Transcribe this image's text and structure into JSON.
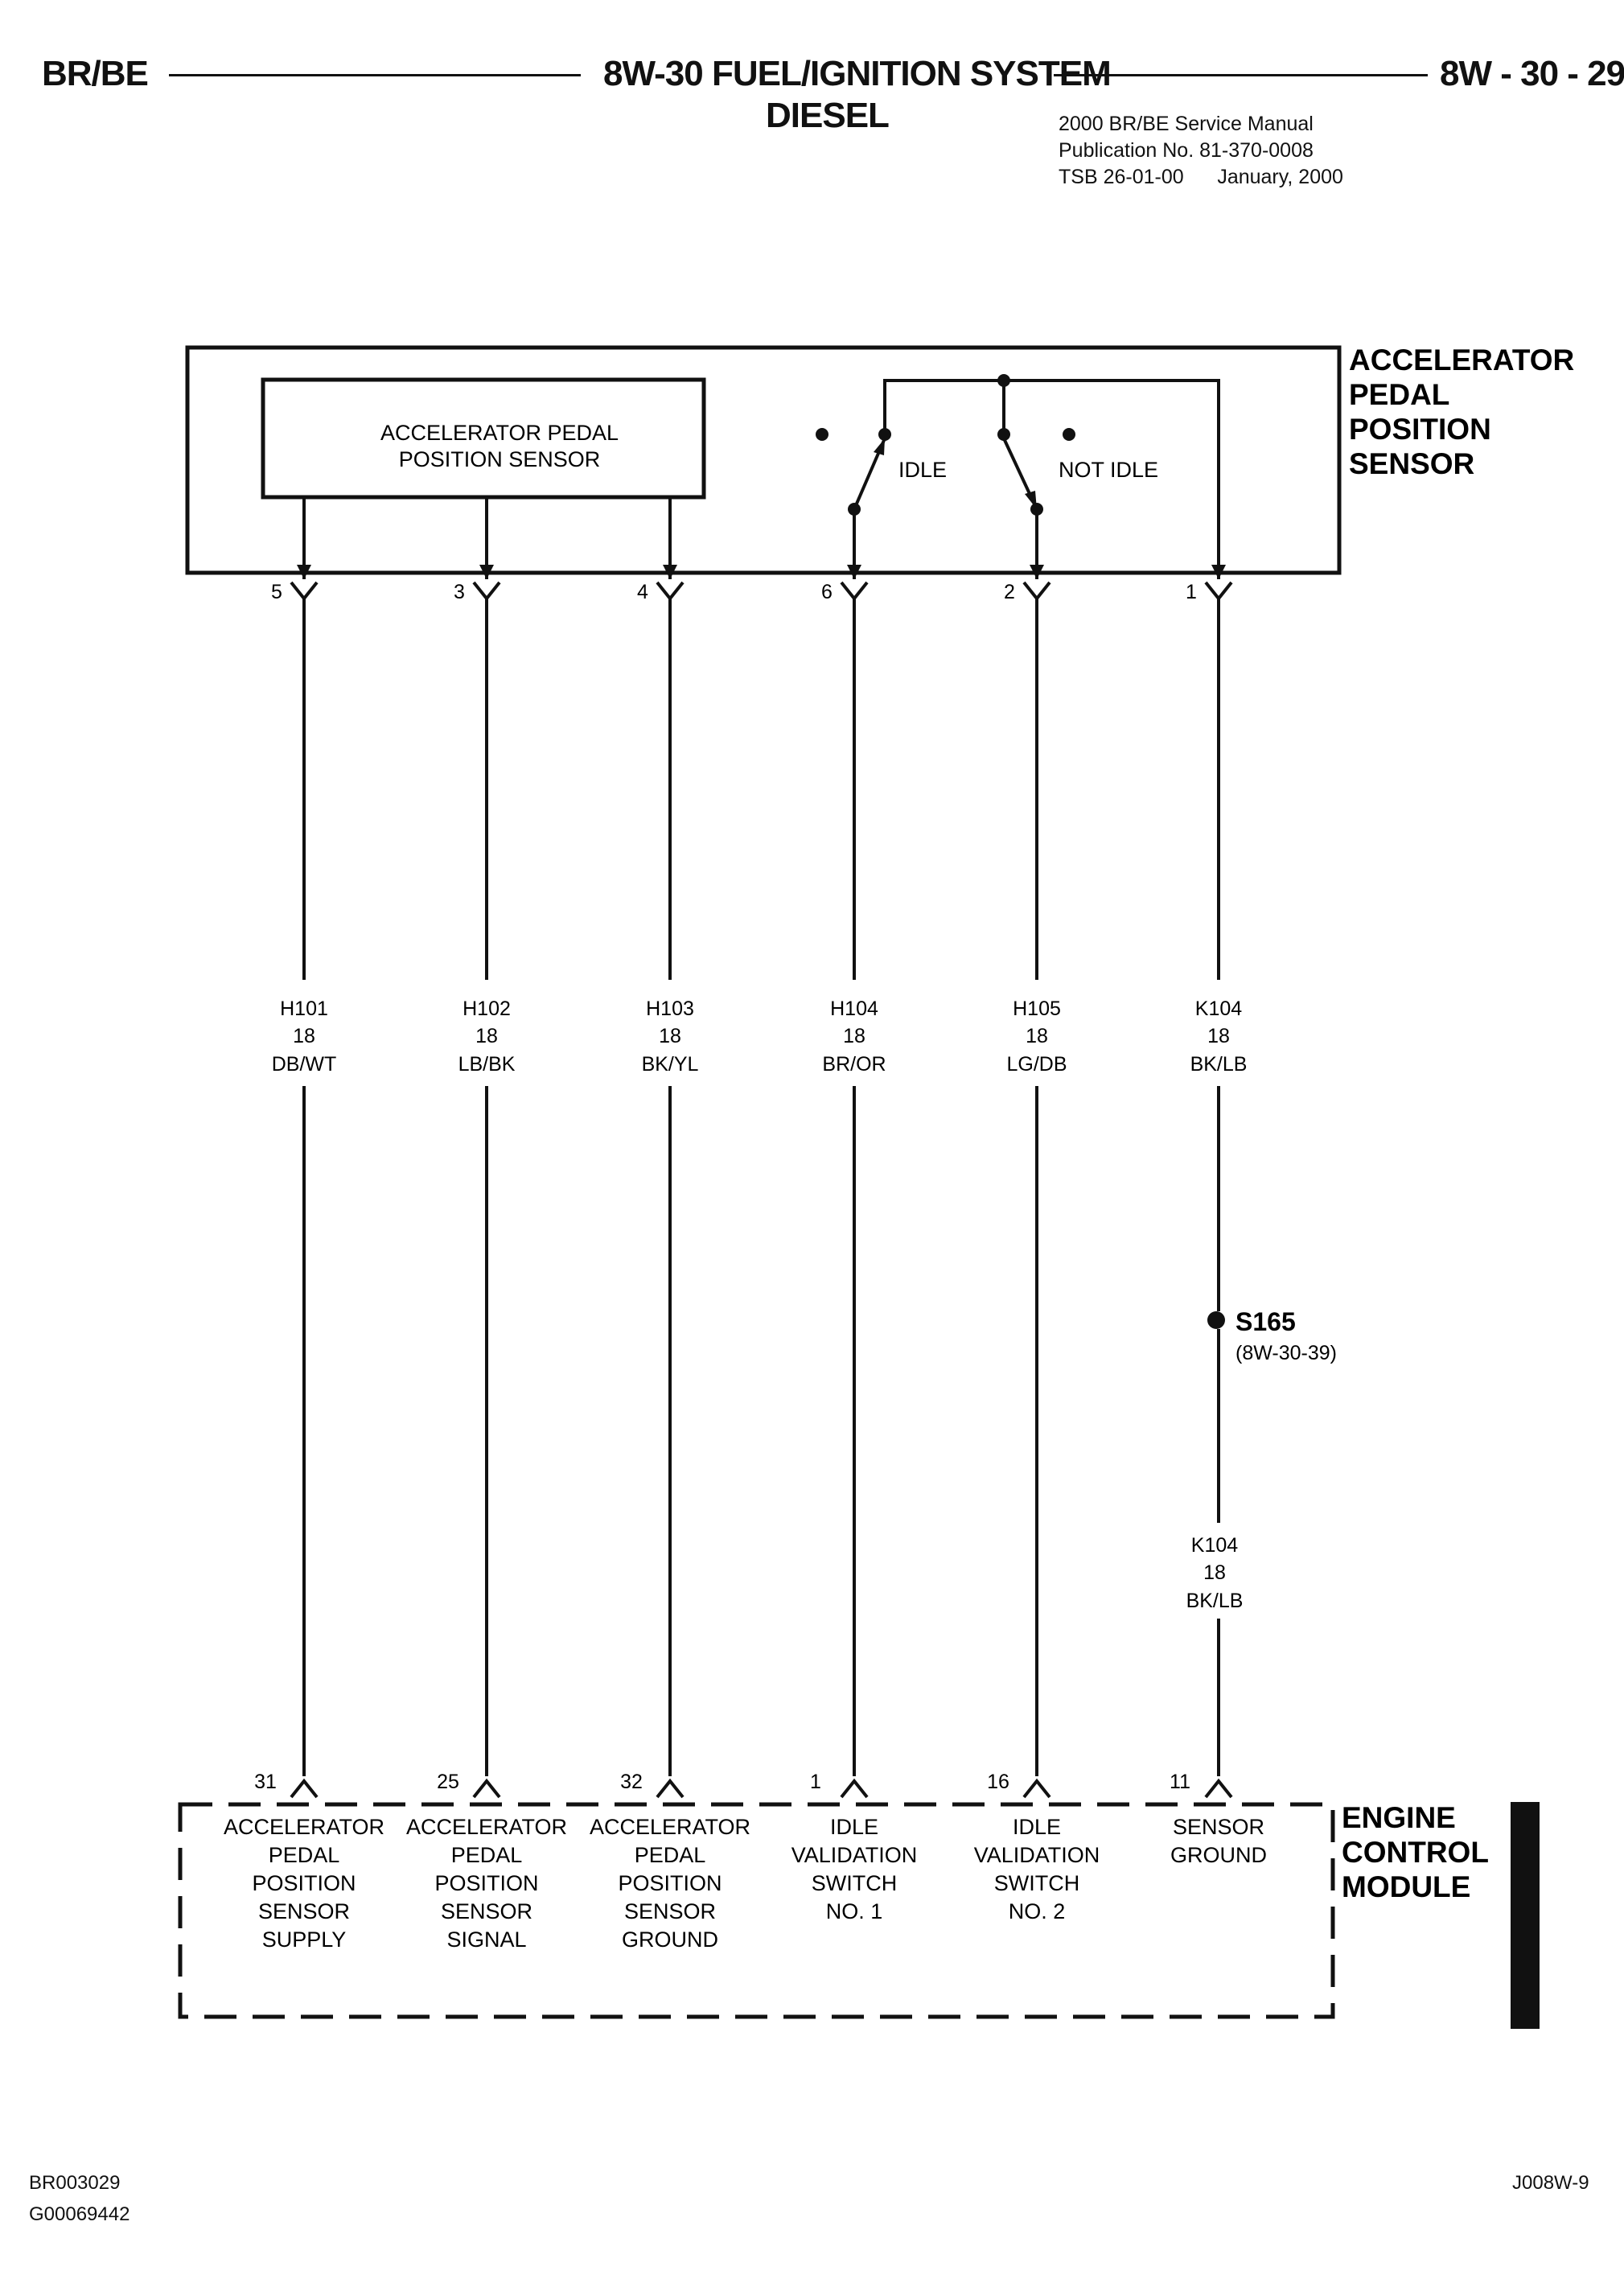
{
  "header": {
    "left": "BR/BE",
    "title_line1": "8W-30 FUEL/IGNITION SYSTEM",
    "title_line2": "DIESEL",
    "page": "8W - 30 - 29",
    "pub_line1": "2000 BR/BE Service Manual",
    "pub_line2": "Publication No. 81-370-0008",
    "pub_line3": "TSB 26-01-00      January, 2000"
  },
  "sensor": {
    "label": [
      "ACCELERATOR",
      "PEDAL",
      "POSITION",
      "SENSOR"
    ],
    "inner_box": [
      "ACCELERATOR PEDAL",
      "POSITION SENSOR"
    ],
    "idle": "IDLE",
    "not_idle": "NOT IDLE"
  },
  "wires": [
    {
      "pin_top": "5",
      "circuit": "H101",
      "gauge": "18",
      "color": "DB/WT",
      "pin_bottom": "31",
      "ecm": [
        "ACCELERATOR",
        "PEDAL",
        "POSITION",
        "SENSOR",
        "SUPPLY"
      ]
    },
    {
      "pin_top": "3",
      "circuit": "H102",
      "gauge": "18",
      "color": "LB/BK",
      "pin_bottom": "25",
      "ecm": [
        "ACCELERATOR",
        "PEDAL",
        "POSITION",
        "SENSOR",
        "SIGNAL"
      ]
    },
    {
      "pin_top": "4",
      "circuit": "H103",
      "gauge": "18",
      "color": "BK/YL",
      "pin_bottom": "32",
      "ecm": [
        "ACCELERATOR",
        "PEDAL",
        "POSITION",
        "SENSOR",
        "GROUND"
      ]
    },
    {
      "pin_top": "6",
      "circuit": "H104",
      "gauge": "18",
      "color": "BR/OR",
      "pin_bottom": "1",
      "ecm": [
        "IDLE",
        "VALIDATION",
        "SWITCH",
        "NO. 1"
      ]
    },
    {
      "pin_top": "2",
      "circuit": "H105",
      "gauge": "18",
      "color": "LG/DB",
      "pin_bottom": "16",
      "ecm": [
        "IDLE",
        "VALIDATION",
        "SWITCH",
        "NO. 2"
      ]
    },
    {
      "pin_top": "1",
      "circuit": "K104",
      "gauge": "18",
      "color": "BK/LB",
      "pin_bottom": "11",
      "ecm": [
        "SENSOR",
        "GROUND"
      ]
    }
  ],
  "splice": {
    "name": "S165",
    "ref": "(8W-30-39)",
    "circuit": "K104",
    "gauge": "18",
    "color": "BK/LB"
  },
  "ecm_label": [
    "ENGINE",
    "CONTROL",
    "MODULE"
  ],
  "footer": {
    "left1": "BR003029",
    "left2": "G00069442",
    "right": "J008W-9"
  }
}
